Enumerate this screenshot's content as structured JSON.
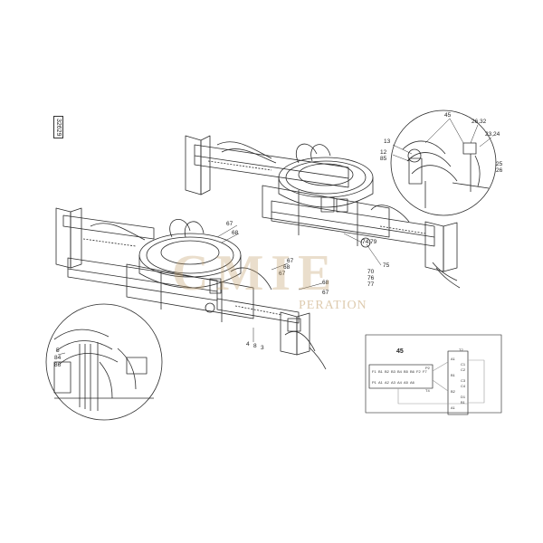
{
  "drawing_id": "32629",
  "callouts": {
    "c45_top": "45",
    "c26_32": "26,32",
    "c23_24": "23,24",
    "c13": "13",
    "c12": "12",
    "c85_top": "85",
    "c25": "25",
    "c26": "26",
    "c67_a": "67",
    "c68_a": "68",
    "c67_b": "67",
    "c68_b": "68",
    "c67_c": "67",
    "c74_79": "74,79",
    "c75": "75",
    "c70": "70",
    "c76": "76",
    "c77": "77",
    "c68_c": "68",
    "c67_d": "67",
    "c4": "4",
    "c8": "8",
    "c3": "3",
    "c5": "5",
    "c84": "84",
    "c86": "86",
    "c45_box": "45"
  },
  "watermark": {
    "main": "CMIE",
    "sub": "PERATION"
  },
  "schematic": {
    "left_pins_top": [
      "F1",
      "B1",
      "B2",
      "B3",
      "B4",
      "B5",
      "B6",
      "F2",
      "F7"
    ],
    "left_pins_bottom": [
      "P1",
      "A1",
      "A2",
      "A3",
      "A4",
      "A5",
      "A6"
    ],
    "left_pin_right_top": "P2",
    "left_pin_right_bottom": "T4",
    "right_pins": [
      "A1",
      "C1",
      "C2",
      "B1",
      "C3",
      "C4",
      "B2",
      "D1",
      "B1",
      "A1"
    ],
    "right_label_top": "T2"
  }
}
